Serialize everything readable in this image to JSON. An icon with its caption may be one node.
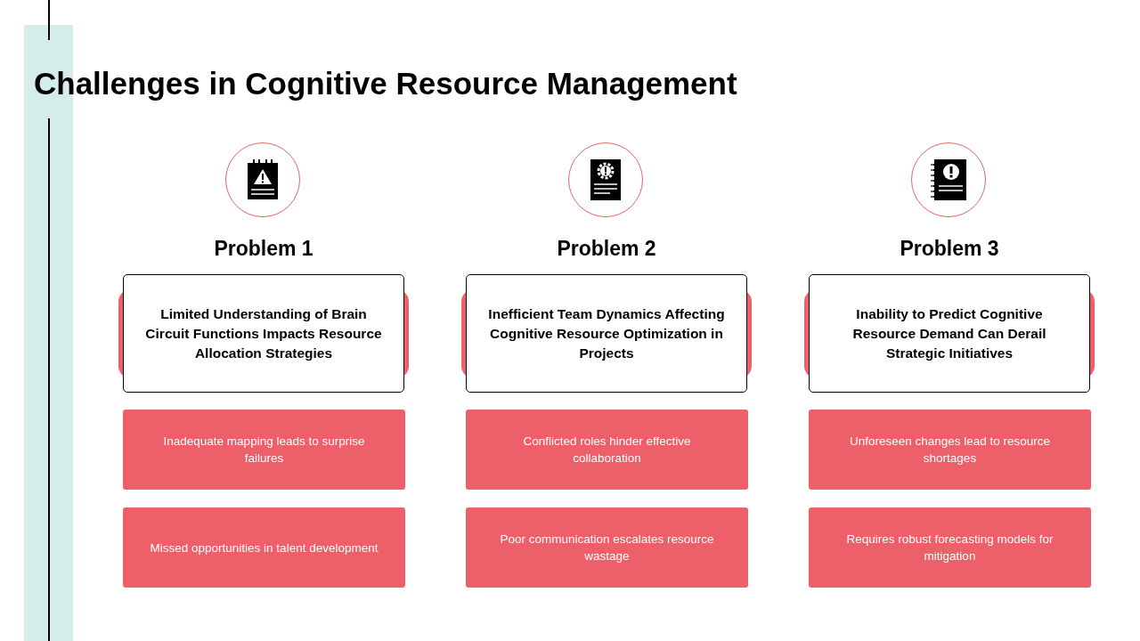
{
  "diagram": {
    "title": "Challenges in Cognitive Resource Management",
    "nodes": [
      {
        "text": [
          "Limited Understanding of Brain Circuit Functions Impacts Resource Allocation Strategies"
        ]
      },
      {
        "text": [
          "Inadequate mapping leads to surprise failures"
        ]
      },
      {
        "text": [
          "Missed opportunities in talent development"
        ]
      },
      {
        "text": [
          "Inefficient Team Dynamics Affecting Cognitive Resource Optimization in Projects"
        ]
      },
      {
        "text": [
          "Conflicted roles hinder effective collaboration"
        ]
      },
      {
        "text": [
          "Poor communication escalates resource wastage"
        ]
      },
      {
        "text": [
          "Inability to Predict Cognitive Resource Demand Can Derail Strategic Initiatives"
        ]
      },
      {
        "text": [
          "Unforeseen changes lead to resource shortages"
        ]
      },
      {
        "text": [
          "Requires robust forecasting models for mitigation"
        ]
      }
    ],
    "labels": [
      "Problem 1",
      "Problem 2",
      "Problem 3"
    ]
  }
}
